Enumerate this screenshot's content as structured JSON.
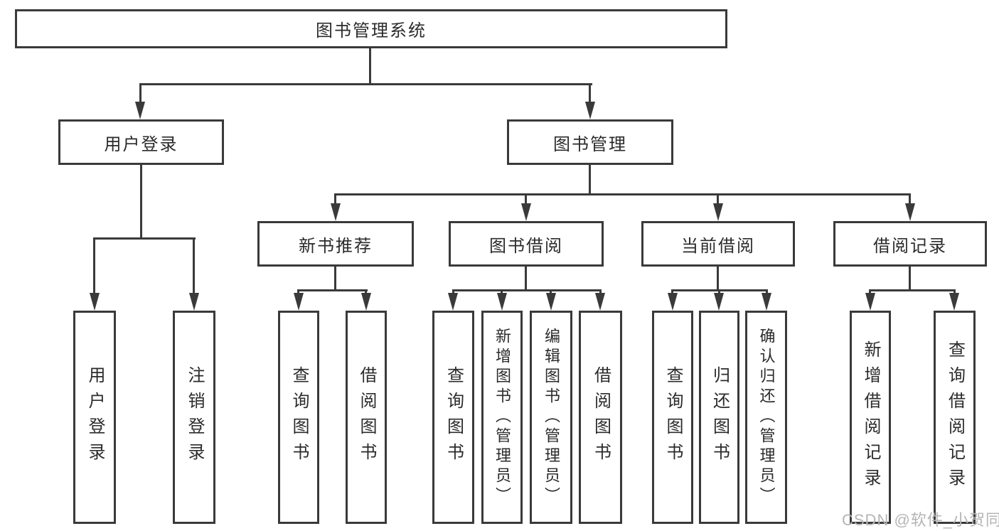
{
  "colors": {
    "line": "#3a3a3a",
    "text": "#2b2b2b",
    "background": "#ffffff",
    "watermark": "#b5b5b5"
  },
  "watermark": "CSDN @软件_小贺同学",
  "tree": {
    "root": {
      "label": "图书管理系统",
      "children": [
        {
          "label": "用户登录",
          "children": [
            {
              "label": "用户登录"
            },
            {
              "label": "注销登录"
            }
          ]
        },
        {
          "label": "图书管理",
          "children": [
            {
              "label": "新书推荐",
              "children": [
                {
                  "label": "查询图书"
                },
                {
                  "label": "借阅图书"
                }
              ]
            },
            {
              "label": "图书借阅",
              "children": [
                {
                  "label": "查询图书"
                },
                {
                  "label": "新增图书（管理员）"
                },
                {
                  "label": "编辑图书（管理员）"
                },
                {
                  "label": "借阅图书"
                }
              ]
            },
            {
              "label": "当前借阅",
              "children": [
                {
                  "label": "查询图书"
                },
                {
                  "label": "归还图书"
                },
                {
                  "label": "确认归还（管理员）"
                }
              ]
            },
            {
              "label": "借阅记录",
              "children": [
                {
                  "label": "新增借阅记录"
                },
                {
                  "label": "查询借阅记录"
                }
              ]
            }
          ]
        }
      ]
    }
  }
}
